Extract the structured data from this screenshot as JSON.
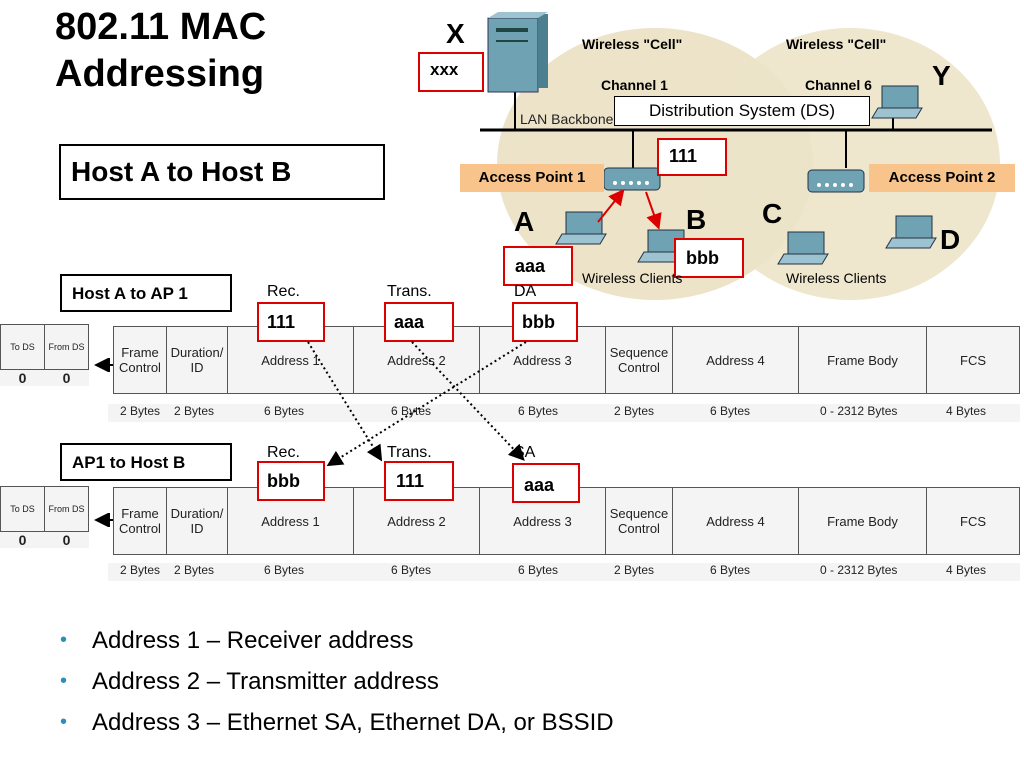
{
  "title": "802.11 MAC Addressing",
  "title_line1": "802.11 MAC",
  "title_line2": "Addressing",
  "subtitle": "Host A to Host B",
  "network": {
    "server_label": "X",
    "server_addr": "xxx",
    "cell1": "Wireless \"Cell\"",
    "cell2": "Wireless \"Cell\"",
    "channel1": "Channel 1",
    "channel6": "Channel 6",
    "ds_label": "Distribution System (DS)",
    "lan": "LAN Backbone",
    "ap1": "Access Point 1",
    "ap2": "Access Point 2",
    "ap1_addr": "111",
    "y_label": "Y",
    "host_a": "A",
    "host_a_addr": "aaa",
    "host_b": "B",
    "host_b_addr": "bbb",
    "host_c": "C",
    "host_d": "D",
    "clients1": "Wireless Clients",
    "clients2": "Wireless Clients"
  },
  "frame1": {
    "label": "Host A to AP 1",
    "rec": "Rec.",
    "trans": "Trans.",
    "da": "DA",
    "addr1": "111",
    "addr2": "aaa",
    "addr3": "bbb",
    "to_ds": "To DS",
    "from_ds": "From DS",
    "to_ds_bit": "0",
    "from_ds_bit": "0"
  },
  "frame2": {
    "label": "AP1 to Host B",
    "rec": "Rec.",
    "trans": "Trans.",
    "sa": "SA",
    "addr1": "bbb",
    "addr2": "111",
    "addr3": "aaa",
    "to_ds": "To DS",
    "from_ds": "From DS",
    "to_ds_bit": "0",
    "from_ds_bit": "0"
  },
  "fields": {
    "frame_control": "Frame Control",
    "duration": "Duration/ ID",
    "address1": "Address 1",
    "address2": "Address 2",
    "address3": "Address 3",
    "seq": "Sequence Control",
    "address4": "Address 4",
    "body": "Frame Body",
    "fcs": "FCS"
  },
  "sizes": {
    "fc": "2 Bytes",
    "dur": "2 Bytes",
    "a1": "6  Bytes",
    "a2": "6  Bytes",
    "a3": "6  Bytes",
    "seq": "2  Bytes",
    "a4": "6  Bytes",
    "body": "0 - 2312 Bytes",
    "fcs": "4 Bytes"
  },
  "bullets": [
    "Address 1 – Receiver address",
    "Address 2 – Transmitter address",
    "Address 3 – Ethernet SA, Ethernet DA, or BSSID"
  ],
  "colors": {
    "red": "#dd0000",
    "ap_orange": "#f9c48c",
    "cell": "#ece3c8",
    "bullet": "#2a8fbd"
  }
}
